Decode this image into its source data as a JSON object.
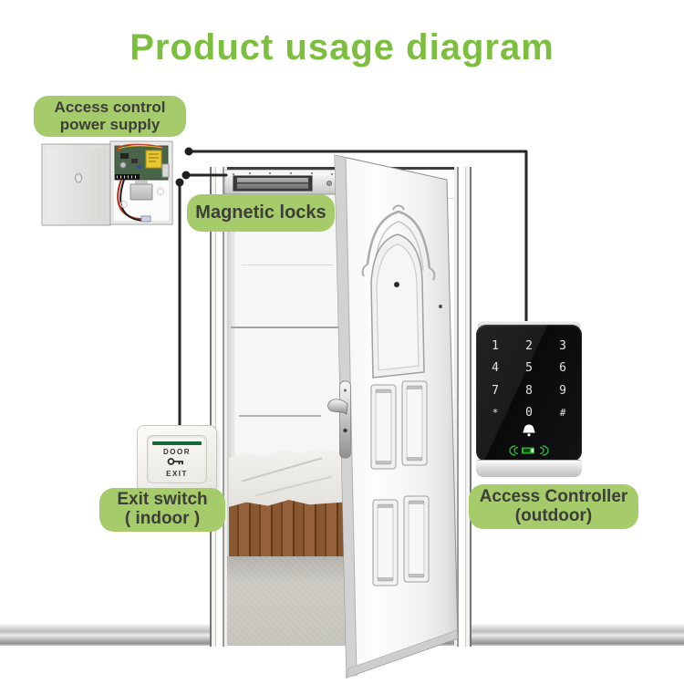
{
  "title": "Product usage diagram",
  "colors": {
    "accent_green": "#7cbe3e",
    "bubble_green": "#a6cb6a",
    "bubble_text": "#3c3e3a",
    "wire_black": "#262626",
    "exit_stripe_green": "#17683c",
    "indicator_green": "#2fae35"
  },
  "callouts": {
    "power_supply": {
      "line1": "Access control",
      "line2": "power supply"
    },
    "magnetic_locks": {
      "label": "Magnetic locks"
    },
    "exit_switch": {
      "line1": "Exit switch",
      "line2": "( indoor )"
    },
    "access_controller": {
      "line1": "Access Controller",
      "line2": "(outdoor)"
    }
  },
  "exit_switch_device": {
    "top_text": "DOOR",
    "bottom_text": "EXIT"
  },
  "access_controller_device": {
    "keys": [
      [
        "1",
        "2",
        "3"
      ],
      [
        "4",
        "5",
        "6"
      ],
      [
        "7",
        "8",
        "9"
      ],
      [
        "*",
        "0",
        "#"
      ]
    ]
  },
  "icons": {
    "exit_key": "key-icon",
    "doorbell": "bell-icon",
    "rfid_indicator": "rfid-indicator-icon"
  }
}
